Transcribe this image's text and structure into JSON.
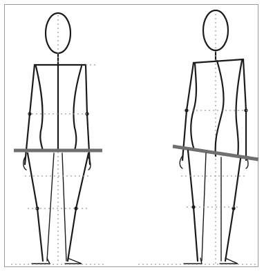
{
  "figures": [
    {
      "id": "level-posture",
      "pelvis": "level"
    },
    {
      "id": "tilted-posture",
      "pelvis": "tilted"
    }
  ],
  "colors": {
    "line": "#1a1a1a",
    "pelvis_bar": "#6f6f6f",
    "guide_dots": "#9a9a9a",
    "frame": "#9a9a9a"
  }
}
